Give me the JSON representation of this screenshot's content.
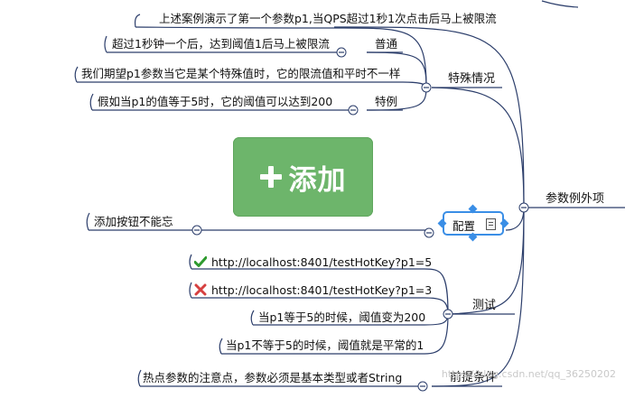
{
  "root": {
    "label": "参数例外项"
  },
  "branches": [
    {
      "label": "特殊情况",
      "children": [
        {
          "label": "上述案例演示了第一个参数p1,当QPS超过1秒1次点击后马上被限流"
        },
        {
          "label": "普通",
          "children": [
            {
              "label": "超过1秒钟一个后，达到阈值1后马上被限流"
            }
          ]
        },
        {
          "label": "我们期望p1参数当它是某个特殊值时，它的限流值和平时不一样"
        },
        {
          "label": "特例",
          "children": [
            {
              "label": "假如当p1的值等于5时，它的阈值可以达到200"
            }
          ]
        }
      ]
    },
    {
      "label": "配置",
      "image_text": "添加",
      "children": [
        {
          "label": "添加按钮不能忘"
        }
      ]
    },
    {
      "label": "测试",
      "children": [
        {
          "label": "http://localhost:8401/testHotKey?p1=5",
          "status": "ok"
        },
        {
          "label": "http://localhost:8401/testHotKey?p1=3",
          "status": "error"
        },
        {
          "label": "当p1等于5的时候，阈值变为200"
        },
        {
          "label": "当p1不等于5的时候，阈值就是平常的1"
        }
      ]
    },
    {
      "label": "前提条件",
      "children": [
        {
          "label": "热点参数的注意点，参数必须是基本类型或者String"
        }
      ]
    }
  ],
  "watermark": "https://blog.csdn.net/qq_36250202",
  "colors": {
    "line": "#2c3e6b",
    "image_green": "#6db56b",
    "selection": "#3a8ee6",
    "check": "#2e9a2e",
    "cross": "#d64040"
  }
}
